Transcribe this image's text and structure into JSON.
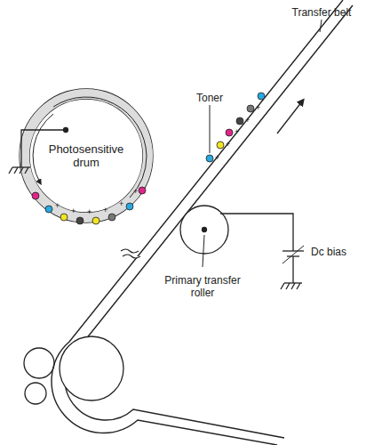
{
  "diagram": {
    "nodes": [
      {
        "text": [
          "Photosensitive drum"
        ]
      }
    ],
    "labels": [
      "Transfer belt",
      "Toner",
      "Primary transfer roller",
      "Dc bias"
    ]
  }
}
